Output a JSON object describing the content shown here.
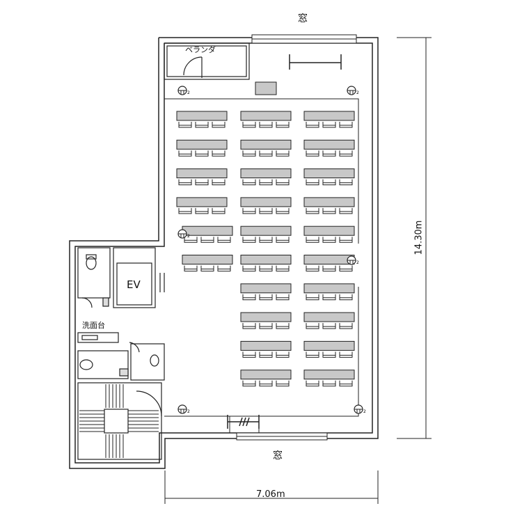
{
  "labels": {
    "window_top": "窓",
    "window_bottom": "窓",
    "veranda": "ベランダ",
    "elevator": "EV",
    "washbasin": "洗面台",
    "width_dimension": "7.06m",
    "depth_dimension": "14.30m",
    "outlet_mark": "2"
  },
  "layout": {
    "desk_columns": 3,
    "chairs_per_desk": 3,
    "left_column_rows": 6,
    "middle_column_rows": 10,
    "right_column_rows": 10
  },
  "colors": {
    "line": "#222222",
    "desk_fill": "#c8c8c8",
    "background": "#ffffff"
  }
}
